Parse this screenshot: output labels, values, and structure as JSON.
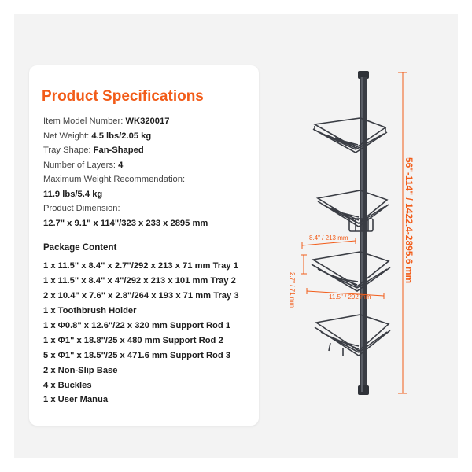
{
  "title": "Product Specifications",
  "specs": {
    "model_label": "Item Model Number:",
    "model_value": "WK320017",
    "weight_label": "Net Weight:",
    "weight_value": "4.5 lbs/2.05 kg",
    "shape_label": "Tray Shape:",
    "shape_value": "Fan-Shaped",
    "layers_label": "Number of Layers:",
    "layers_value": "4",
    "max_weight_label": "Maximum Weight Recommendation:",
    "max_weight_value": "11.9 lbs/5.4 kg",
    "dimension_label": "Product Dimension:",
    "dimension_value": "12.7\" x 9.1\" x 114\"/323 x 233 x 2895 mm"
  },
  "package": {
    "heading": "Package Content",
    "items": [
      "1 x 11.5\" x 8.4\" x 2.7\"/292 x 213 x 71 mm Tray 1",
      "1 x 11.5\" x 8.4\" x 4\"/292 x 213 x 101 mm Tray 2",
      "2 x 10.4\" x 7.6\" x 2.8\"/264 x 193 x 71 mm Tray 3",
      "1 x Toothbrush Holder",
      "1 x Φ0.8\" x 12.6\"/22 x 320 mm Support Rod 1",
      "1 x Φ1\" x 18.8\"/25 x 480 mm Support Rod 2",
      "5 x Φ1\" x 18.5\"/25 x 471.6 mm Support Rod 3",
      "2 x Non-Slip Base",
      "4 x Buckles",
      "1 x User Manua"
    ]
  },
  "dimensions": {
    "height": "56\"-114\" / 1422.4-2895.6 mm",
    "tray_depth": "8.4\" / 213 mm",
    "tray_height": "2.7\" / 71 mm",
    "tray_width": "11.5\" / 292 mm"
  },
  "colors": {
    "accent": "#f25c19",
    "text": "#1e1e1e",
    "product": "#3a3d44"
  }
}
